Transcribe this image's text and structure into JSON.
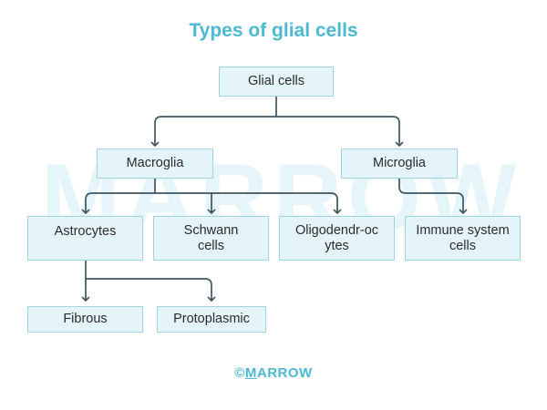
{
  "title": "Types of glial cells",
  "watermark": "MARROW",
  "colors": {
    "title": "#4cb8d2",
    "box_fill": "#e5f4f8",
    "box_border": "#9fd4e3",
    "connector": "#3f5461",
    "watermark": "#e6f5f9"
  },
  "nodes": {
    "root": "Glial cells",
    "macroglia": "Macroglia",
    "microglia": "Microglia",
    "astrocytes": "Astrocytes",
    "schwann": "Schwann cells",
    "oligodendrocytes": "Oligodendr-ocytes",
    "immune": "Immune system cells",
    "fibrous": "Fibrous",
    "protoplasmic": "Protoplasmic"
  },
  "hierarchy": [
    {
      "parent": "Glial cells",
      "children": [
        "Macroglia",
        "Microglia"
      ]
    },
    {
      "parent": "Macroglia",
      "children": [
        "Astrocytes",
        "Schwann cells",
        "Oligodendr-ocytes"
      ]
    },
    {
      "parent": "Microglia",
      "children": [
        "Immune system cells"
      ]
    },
    {
      "parent": "Astrocytes",
      "children": [
        "Fibrous",
        "Protoplasmic"
      ]
    }
  ],
  "footer": {
    "copyright": "©",
    "brand_first": "M",
    "brand_rest": "ARROW"
  }
}
